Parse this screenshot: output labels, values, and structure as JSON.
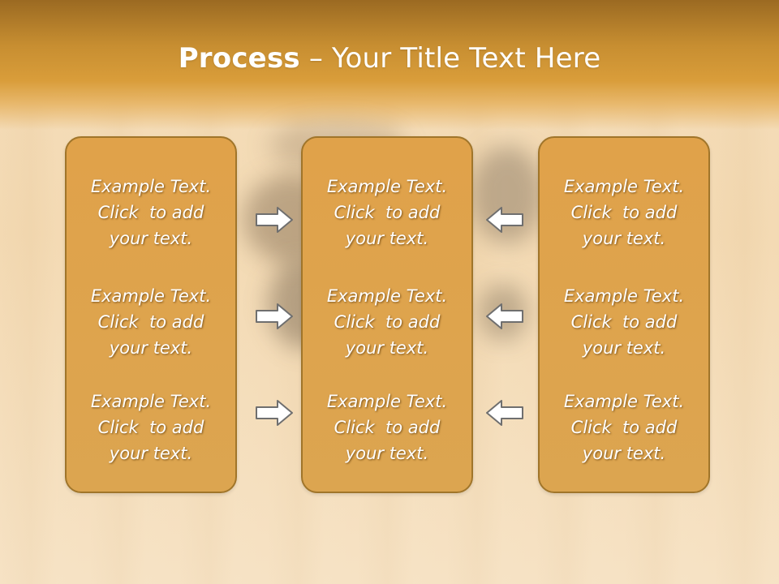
{
  "title": {
    "bold": "Process",
    "rest": " – Your Title Text Here"
  },
  "panels": [
    {
      "items": [
        {
          "line1": "Example Text.",
          "line2": "Click  to add",
          "line3": "your text."
        },
        {
          "line1": "Example Text.",
          "line2": "Click  to add",
          "line3": "your text."
        },
        {
          "line1": "Example Text.",
          "line2": "Click  to add",
          "line3": "your text."
        }
      ]
    },
    {
      "items": [
        {
          "line1": "Example Text.",
          "line2": "Click  to add",
          "line3": "your text."
        },
        {
          "line1": "Example Text.",
          "line2": "Click  to add",
          "line3": "your text."
        },
        {
          "line1": "Example Text.",
          "line2": "Click  to add",
          "line3": "your text."
        }
      ]
    },
    {
      "items": [
        {
          "line1": "Example Text.",
          "line2": "Click  to add",
          "line3": "your text."
        },
        {
          "line1": "Example Text.",
          "line2": "Click  to add",
          "line3": "your text."
        },
        {
          "line1": "Example Text.",
          "line2": "Click  to add",
          "line3": "your text."
        }
      ]
    }
  ],
  "arrows": {
    "left_column": "right-arrow-icon",
    "right_column": "left-arrow-icon"
  },
  "colors": {
    "panel_fill": "#dfa34c",
    "panel_border": "#a0752a",
    "banner": "#d99d3a",
    "arrow_fill": "#ffffff",
    "arrow_stroke": "#6f6f6f"
  }
}
